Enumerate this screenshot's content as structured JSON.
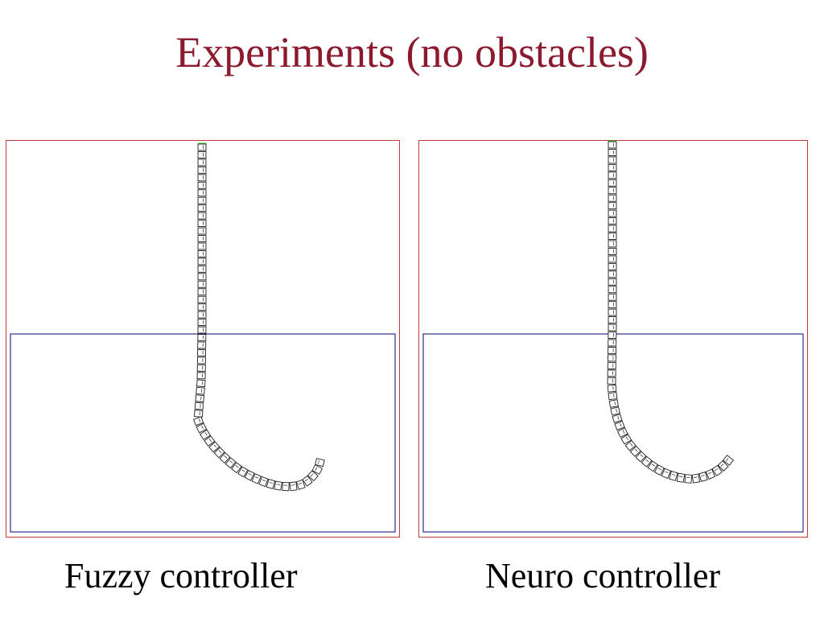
{
  "slide": {
    "title": "Experiments (no obstacles)"
  },
  "panels": [
    {
      "id": "fuzzy",
      "caption": "Fuzzy controller"
    },
    {
      "id": "neuro",
      "caption": "Neuro controller"
    }
  ],
  "colors": {
    "title": "#8b1a2e",
    "frame": "#c23b3b",
    "target_zone": "#2b2b8c",
    "trail": "#1a1a1a",
    "start_marker": "#33cc33"
  }
}
